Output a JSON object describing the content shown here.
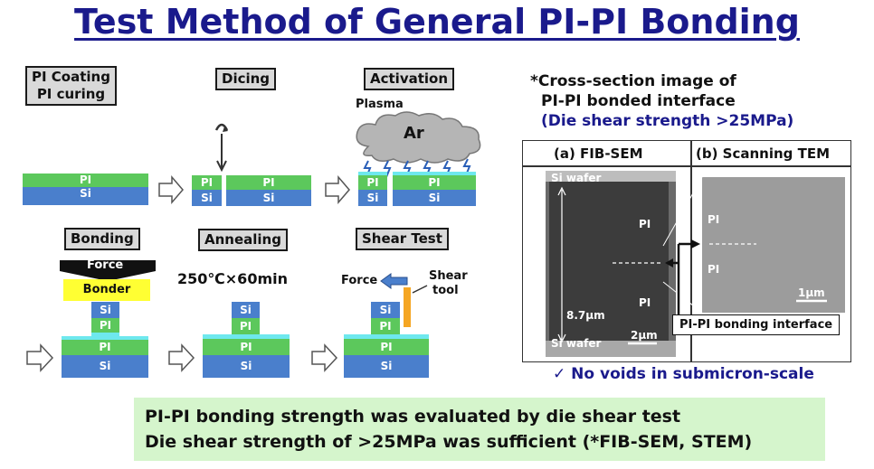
{
  "title": "Test Method of General PI-PI Bonding",
  "steps": {
    "coating": [
      "PI Coating",
      "PI curing"
    ],
    "dicing": "Dicing",
    "activation": "Activation",
    "bonding": "Bonding",
    "annealing": "Annealing",
    "shear_test": "Shear Test"
  },
  "layers": {
    "pi": "PI",
    "si": "Si"
  },
  "labels": {
    "plasma": "Plasma",
    "ar": "Ar",
    "force": "Force",
    "bonder": "Bonder",
    "anneal_condition": "250℃×60min",
    "shear_tool": [
      "Shear",
      "tool"
    ]
  },
  "cross_section": {
    "heading": [
      "*Cross-section image of",
      "PI-PI bonded interface"
    ],
    "strength": "(Die shear strength >25MPa)",
    "panel_a": "(a) FIB-SEM",
    "panel_b": "(b) Scanning TEM",
    "si_wafer": "Si wafer",
    "pi": "PI",
    "thickness": "8.7μm",
    "scale_a": "2μm",
    "scale_b": "1μm",
    "interface": "PI-PI bonding interface",
    "conclusion": "✓ No voids in submicron-scale"
  },
  "summary": [
    "PI-PI bonding strength was evaluated by die shear test",
    "Die shear strength of >25MPa was sufficient (*FIB-SEM, STEM)"
  ],
  "colors": {
    "title": "#1a1a8c",
    "pi": "#5cc85c",
    "si": "#4a7fcc",
    "bond_interface": "#6ee8ee",
    "bonder": "#ffff33",
    "shear_tool": "#f5a623",
    "summary_bg": "#d5f5cc",
    "strength_text": "#1a1a8c"
  }
}
